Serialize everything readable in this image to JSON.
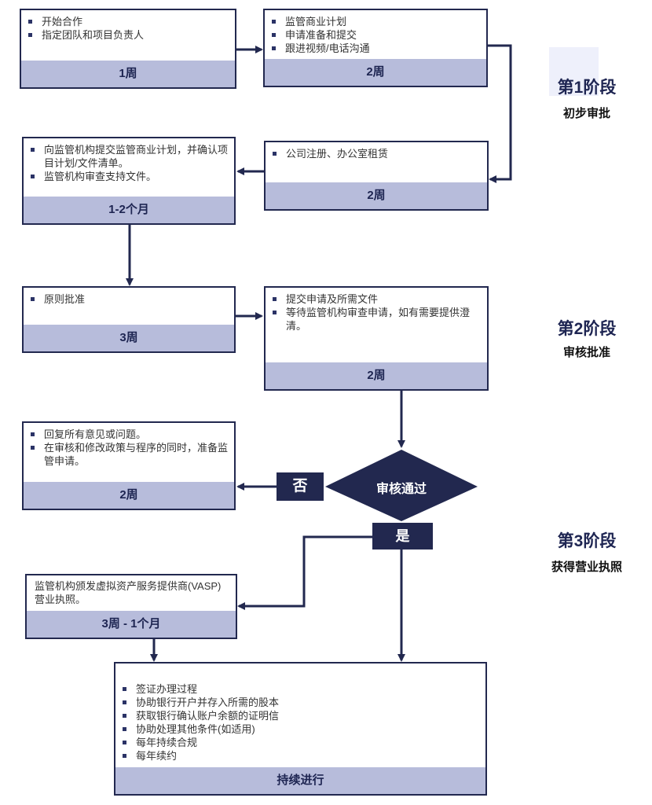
{
  "boxes": {
    "b1": {
      "items": [
        "开始合作",
        "指定团队和项目负责人"
      ],
      "footer": "1周"
    },
    "b2": {
      "items": [
        "监管商业计划",
        "申请准备和提交",
        "跟进视频/电话沟通"
      ],
      "footer": "2周"
    },
    "b3": {
      "items": [
        "向监管机构提交监管商业计划，并确认项目计划/文件清单。",
        "监管机构审查支持文件。"
      ],
      "footer": "1-2个月"
    },
    "b4": {
      "items": [
        "公司注册、办公室租赁"
      ],
      "footer": "2周"
    },
    "b5": {
      "items": [
        "原则批准"
      ],
      "footer": "3周"
    },
    "b6": {
      "items": [
        "提交申请及所需文件",
        "等待监管机构审查申请，如有需要提供澄清。"
      ],
      "footer": "2周"
    },
    "b7": {
      "items": [
        "回复所有意见或问题。",
        "在审核和修改政策与程序的同时，准备监管申请。"
      ],
      "footer": "2周"
    },
    "b8": {
      "text": "监管机构颁发虚拟资产服务提供商(VASP)营业执照。",
      "footer": "3周 - 1个月"
    },
    "b9": {
      "items": [
        "签证办理过程",
        "协助银行开户并存入所需的股本",
        "获取银行确认账户余额的证明信",
        "协助处理其他条件(如适用)",
        "每年持续合规",
        "每年续约"
      ],
      "footer": "持续进行"
    }
  },
  "decision": {
    "label": "审核通过",
    "no": "否",
    "yes": "是"
  },
  "stages": [
    {
      "title": "第1阶段",
      "subtitle": "初步审批"
    },
    {
      "title": "第2阶段",
      "subtitle": "审核批准"
    },
    {
      "title": "第3阶段",
      "subtitle": "获得营业执照"
    }
  ],
  "colors": {
    "navy": "#22284f",
    "footer_band": "#b7bcdb"
  }
}
